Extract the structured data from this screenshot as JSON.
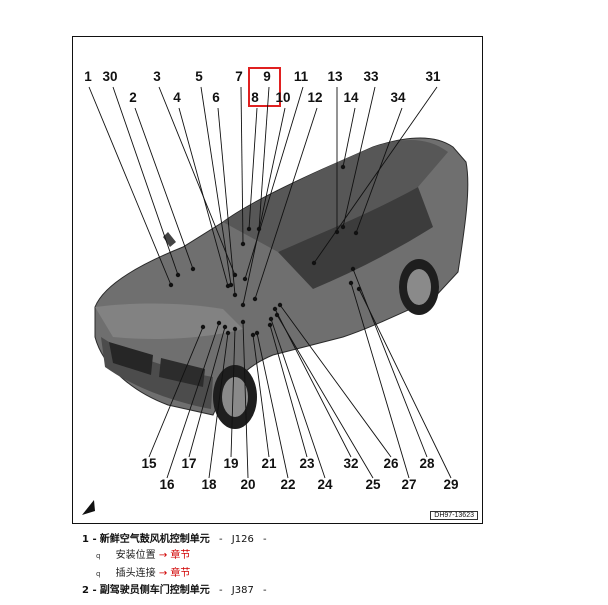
{
  "figure": {
    "code": "DH97-13623",
    "top_labels": [
      "1",
      "30",
      "2",
      "3",
      "4",
      "5",
      "6",
      "7",
      "9",
      "8",
      "10",
      "11",
      "12",
      "13",
      "33",
      "14",
      "34",
      "31"
    ],
    "bottom_labels": [
      "15",
      "16",
      "17",
      "18",
      "19",
      "20",
      "21",
      "22",
      "23",
      "24",
      "32",
      "25",
      "26",
      "27",
      "28",
      "29"
    ],
    "highlight": "9 / 8",
    "highlight_color": "#e02020",
    "direction_icon": "north-arrow-icon"
  },
  "list": {
    "items": [
      {
        "number": "1 -",
        "title": "新鲜空气鼓风机控制单元",
        "sep": "-",
        "code": "J126",
        "trail": "-",
        "subs": [
          {
            "bullet": "q",
            "text": "安装位置",
            "link": "→ 章节"
          },
          {
            "bullet": "q",
            "text": "插头连接",
            "link": "→ 章节"
          }
        ]
      },
      {
        "number": "2 -",
        "title": "副驾驶员侧车门控制单元",
        "sep": "-",
        "code": "J387",
        "trail": "-",
        "subs": []
      }
    ]
  }
}
